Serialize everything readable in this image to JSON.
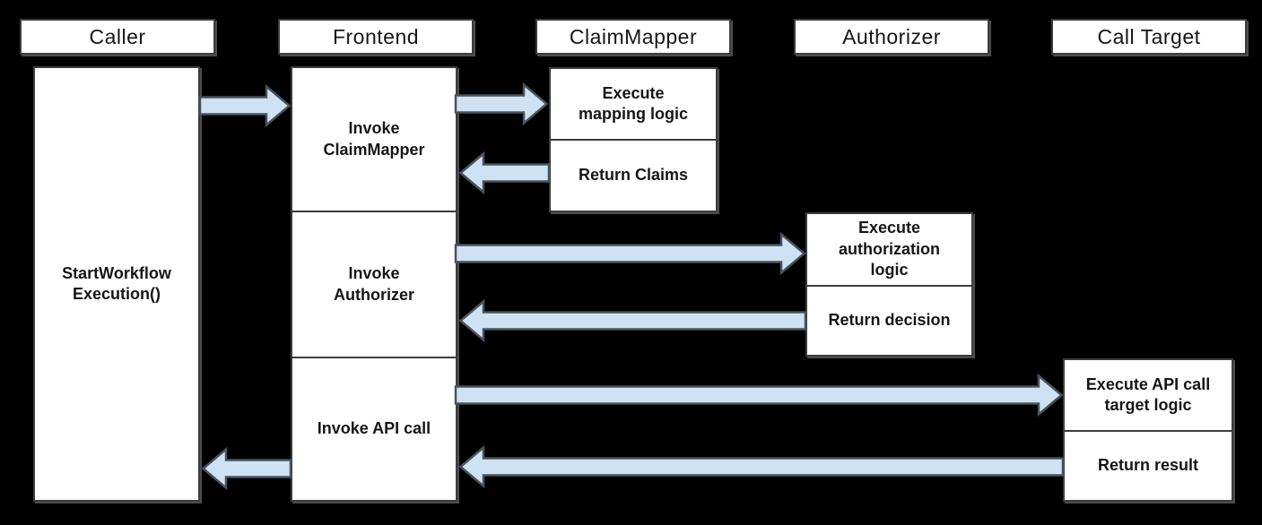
{
  "colors": {
    "background": "#000000",
    "box_fill": "#ffffff",
    "box_border": "#3d3d3d",
    "arrow_fill": "#cfe2f3",
    "arrow_border": "#49525c",
    "text": "#161616"
  },
  "lifelines": [
    {
      "header": "Caller",
      "activations": [
        {
          "label": "StartWorkflow\nExecution()"
        }
      ]
    },
    {
      "header": "Frontend",
      "activations": [
        {
          "label": "Invoke\nClaimMapper"
        },
        {
          "label": "Invoke\nAuthorizer"
        },
        {
          "label": "Invoke API call"
        }
      ]
    },
    {
      "header": "ClaimMapper",
      "activations": [
        {
          "label": "Execute\nmapping logic"
        },
        {
          "label": "Return Claims"
        }
      ]
    },
    {
      "header": "Authorizer",
      "activations": [
        {
          "label": "Execute\nauthorization\nlogic"
        },
        {
          "label": "Return decision"
        }
      ]
    },
    {
      "header": "Call Target",
      "activations": [
        {
          "label": "Execute API call\ntarget logic"
        },
        {
          "label": "Return result"
        }
      ]
    }
  ],
  "messages": [
    {
      "from": "Caller",
      "to": "Frontend",
      "direction": "right"
    },
    {
      "from": "Frontend",
      "to": "ClaimMapper",
      "direction": "right"
    },
    {
      "from": "ClaimMapper",
      "to": "Frontend",
      "direction": "left"
    },
    {
      "from": "Frontend",
      "to": "Authorizer",
      "direction": "right"
    },
    {
      "from": "Authorizer",
      "to": "Frontend",
      "direction": "left"
    },
    {
      "from": "Frontend",
      "to": "Call Target",
      "direction": "right"
    },
    {
      "from": "Call Target",
      "to": "Frontend",
      "direction": "left"
    },
    {
      "from": "Frontend",
      "to": "Caller",
      "direction": "left"
    }
  ]
}
